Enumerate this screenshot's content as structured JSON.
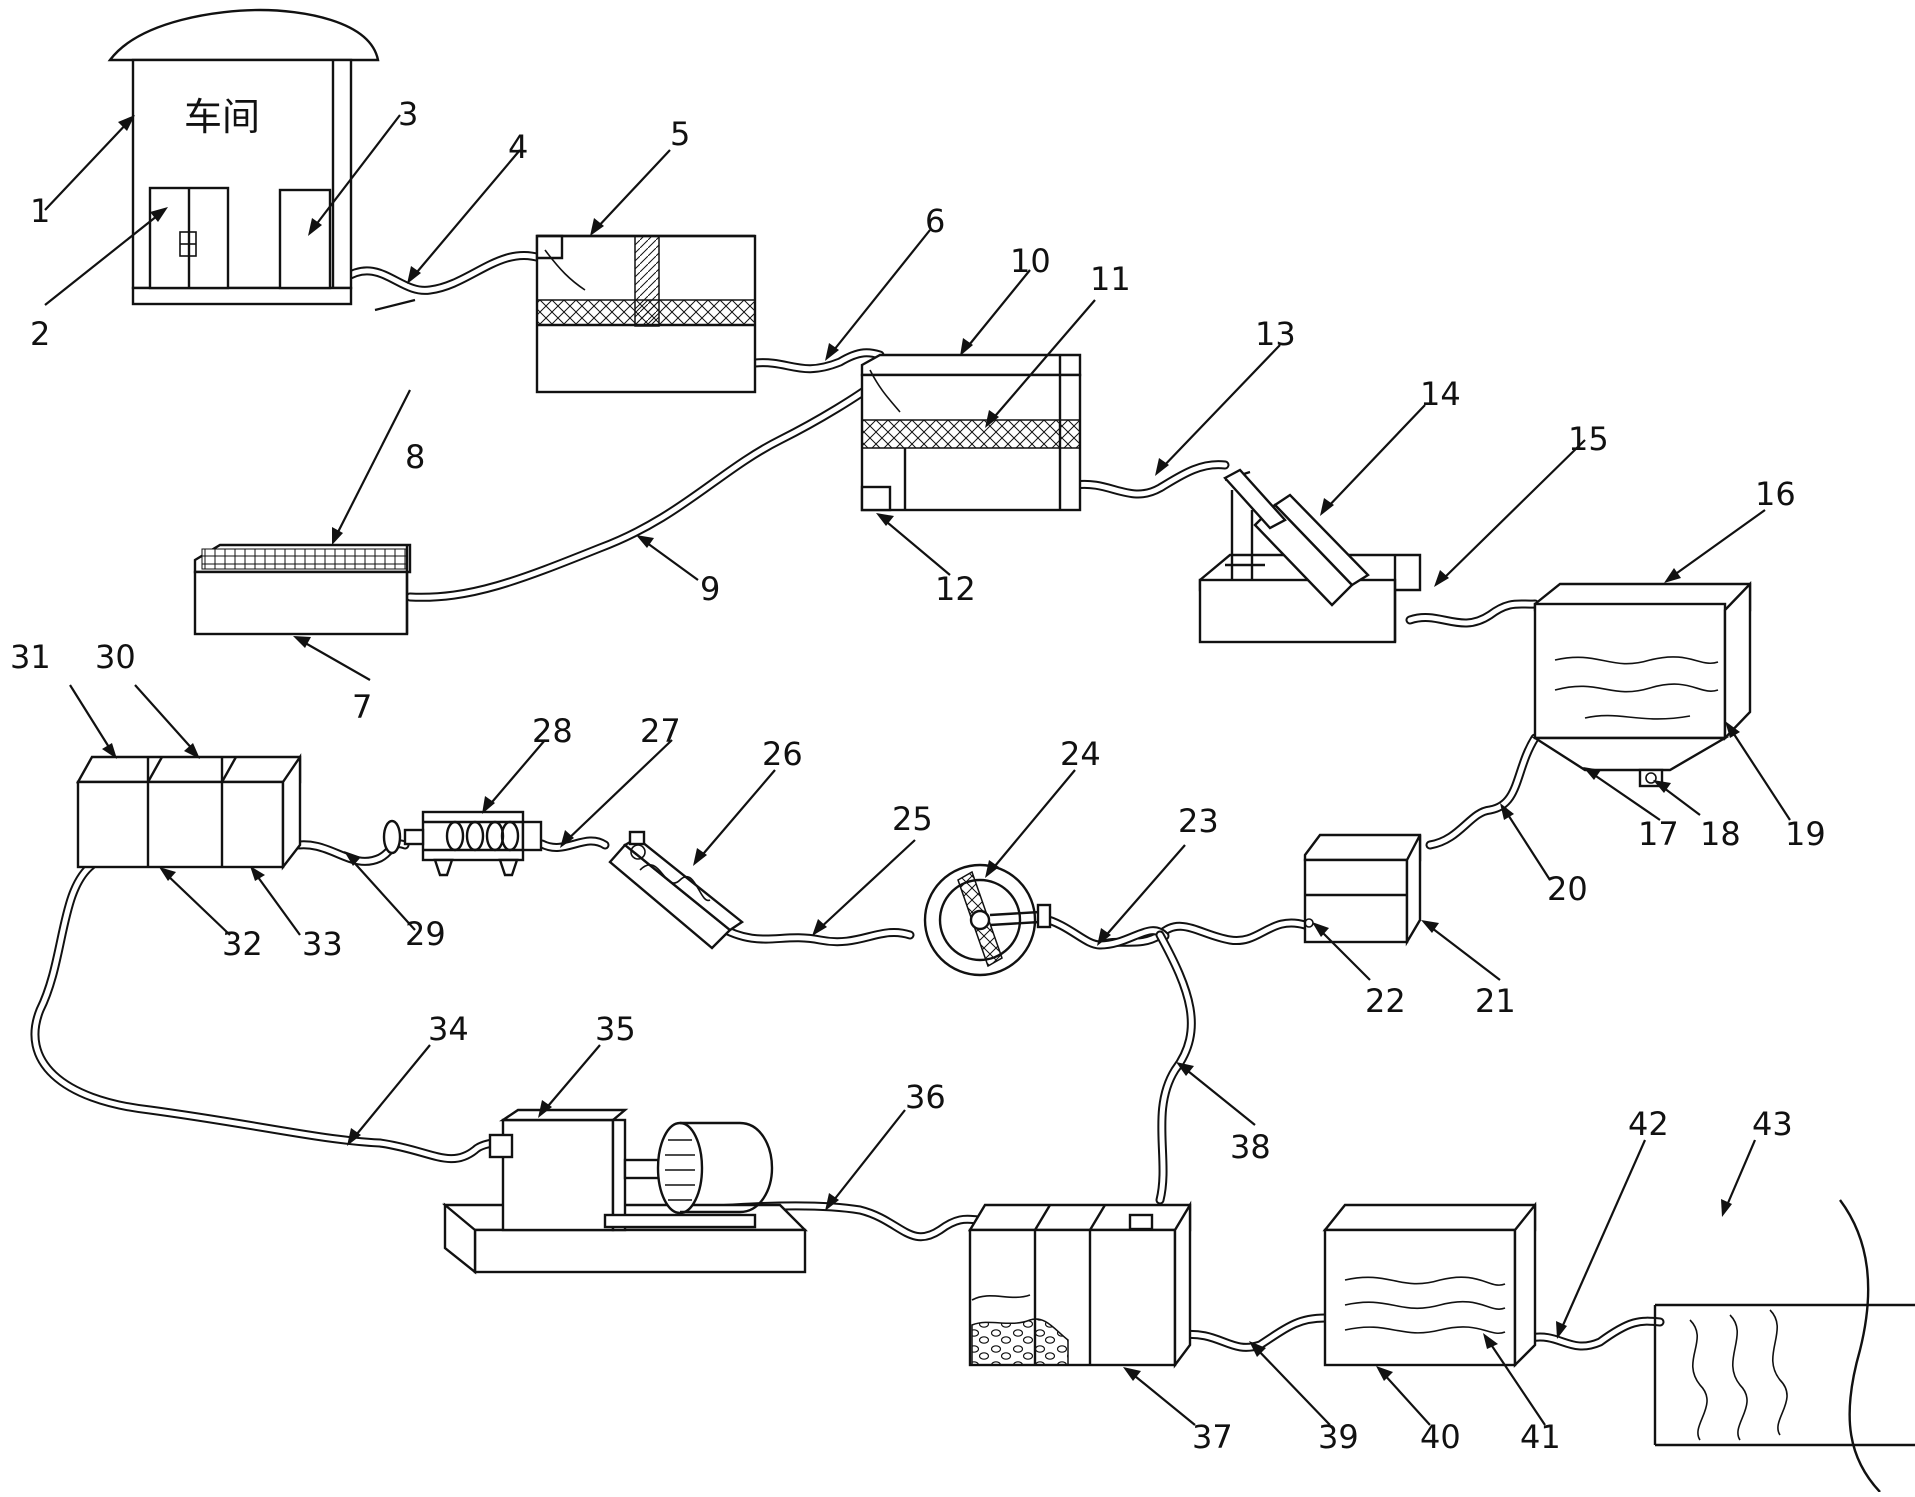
{
  "diagram": {
    "building_label": "车间",
    "callouts": [
      "1",
      "2",
      "3",
      "4",
      "5",
      "6",
      "7",
      "8",
      "9",
      "10",
      "11",
      "12",
      "13",
      "14",
      "15",
      "16",
      "17",
      "18",
      "19",
      "20",
      "21",
      "22",
      "23",
      "24",
      "25",
      "26",
      "27",
      "28",
      "29",
      "30",
      "31",
      "32",
      "33",
      "34",
      "35",
      "36",
      "37",
      "38",
      "39",
      "40",
      "41",
      "42",
      "43"
    ]
  }
}
